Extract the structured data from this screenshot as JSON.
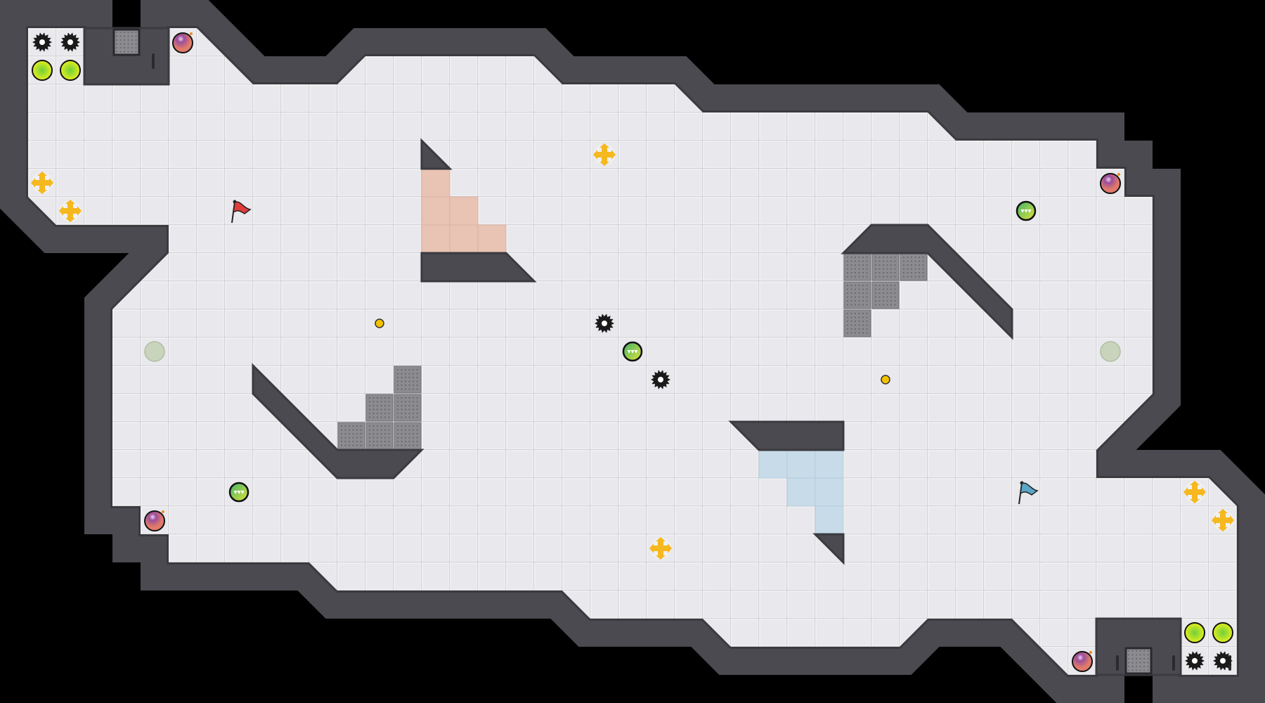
{
  "game": {
    "map_type": "capture-the-flag",
    "colors": {
      "background": "#000000",
      "wall": "#4a4a50",
      "wall_edge": "#3a3a3f",
      "floor": "#e4e4e8",
      "floor_line": "#f4f4f6",
      "red_tile": "#e9c3b4",
      "blue_tile": "#c7dbe8",
      "grate": "#8a8a8e",
      "red_flag": "#e03c3c",
      "blue_flag": "#5aa6c8",
      "boost": "#f5b81f",
      "bomb": "#9a4e9a",
      "juke": "#d8e82a",
      "spike": "#1a1a1a",
      "powerup": "#6cc24a",
      "portal": "#f2c100",
      "spawn": "#c8d4bc"
    },
    "items": [
      "spike",
      "juke-ball",
      "bomb",
      "boost",
      "powerup",
      "portal-dot",
      "spawn-marker",
      "red-flag",
      "blue-flag",
      "gate"
    ]
  }
}
